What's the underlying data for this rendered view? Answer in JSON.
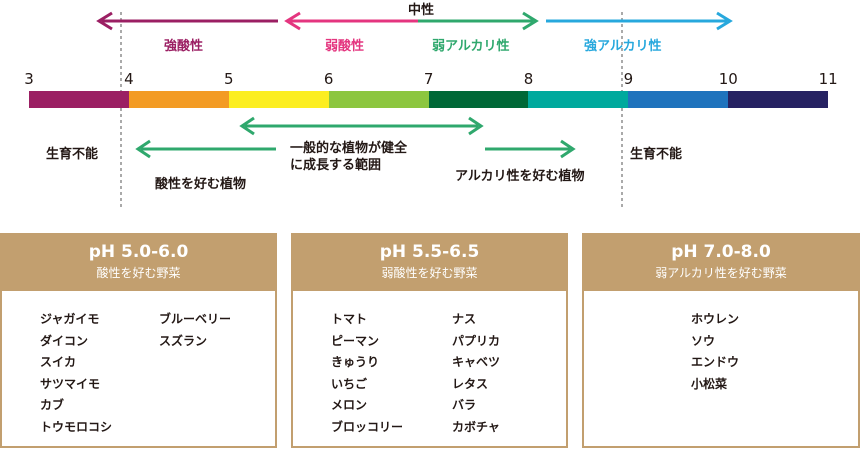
{
  "categories": {
    "strong_acid": "強酸性",
    "weak_acid": "弱酸性",
    "neutral": "中性",
    "weak_alkaline": "弱アルカリ性",
    "strong_alkaline": "強アルカリ性"
  },
  "colors": {
    "strong_acid": "#9b1f63",
    "weak_acid": "#e4357f",
    "weak_alkaline": "#2fa86d",
    "strong_alkaline": "#27a8dd",
    "card": "#c29f6f"
  },
  "scale": {
    "numbers": [
      "3",
      "4",
      "5",
      "6",
      "7",
      "8",
      "9",
      "10",
      "11"
    ],
    "segment_colors": [
      "#9b1f63",
      "#f39b24",
      "#fcee21",
      "#8cc63f",
      "#006837",
      "#00a99d",
      "#1f73bd",
      "#262262"
    ]
  },
  "notes": {
    "no_growth_left": "生育不能",
    "no_growth_right": "生育不能",
    "acid_plants": "酸性を好む植物",
    "general_line1": "一般的な植物が健全",
    "general_line2": "に成長する範囲",
    "alkaline_plants": "アルカリ性を好む植物"
  },
  "cards": [
    {
      "ph": "pH 5.0-6.0",
      "subtitle": "酸性を好む野菜",
      "col1": [
        "ジャガイモ",
        "ダイコン",
        "スイカ",
        "サツマイモ",
        "カブ",
        "トウモロコシ"
      ],
      "col2": [
        "ブルーベリー",
        "スズラン"
      ]
    },
    {
      "ph": "pH 5.5-6.5",
      "subtitle": "弱酸性を好む野菜",
      "col1": [
        "トマト",
        "ピーマン",
        "きゅうり",
        "いちご",
        "メロン",
        "ブロッコリー"
      ],
      "col2": [
        "ナス",
        "パプリカ",
        "キャベツ",
        "レタス",
        "バラ",
        "カボチャ"
      ]
    },
    {
      "ph": "pH 7.0-8.0",
      "subtitle": "弱アルカリ性を好む野菜",
      "col1": [
        "ホウレン",
        "ソウ",
        "エンドウ",
        "小松菜"
      ],
      "col2": []
    }
  ]
}
